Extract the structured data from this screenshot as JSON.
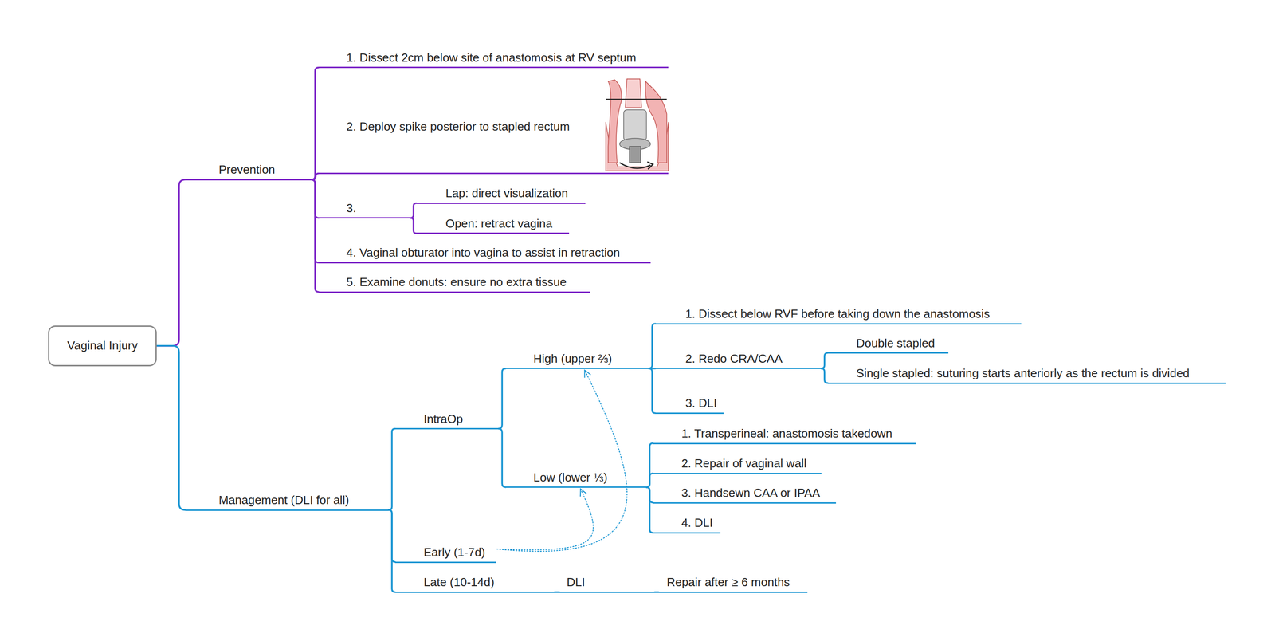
{
  "diagram": {
    "nodes": [
      {
        "text": [
          "Vaginal Injury"
        ]
      },
      {
        "text": [
          "Prevention"
        ]
      },
      {
        "text": [
          "1. Dissect 2cm below site of anastomosis at RV septum"
        ]
      },
      {
        "text": [
          "2. Deploy spike posterior to stapled rectum"
        ]
      },
      {
        "text": [
          "3."
        ]
      },
      {
        "text": [
          "Lap: direct visualization"
        ]
      },
      {
        "text": [
          "Open: retract vagina"
        ]
      },
      {
        "text": [
          "4. Vaginal obturator into vagina to assist in retraction"
        ]
      },
      {
        "text": [
          "5. Examine donuts: ensure no extra tissue"
        ]
      },
      {
        "text": [
          "Management (DLI for all)"
        ]
      },
      {
        "text": [
          "IntraOp"
        ]
      },
      {
        "text": [
          "High (upper ⅔)"
        ]
      },
      {
        "text": [
          "1. Dissect below RVF before taking down the anastomosis"
        ]
      },
      {
        "text": [
          "2. Redo CRA/CAA"
        ]
      },
      {
        "text": [
          "Double stapled"
        ]
      },
      {
        "text": [
          "Single stapled: suturing starts anteriorly as the rectum is divided"
        ]
      },
      {
        "text": [
          "3. DLI"
        ]
      },
      {
        "text": [
          "Low (lower ⅓)"
        ]
      },
      {
        "text": [
          "1. Transperineal: anastomosis takedown"
        ]
      },
      {
        "text": [
          "2. Repair of vaginal wall"
        ]
      },
      {
        "text": [
          "3. Handsewn CAA or IPAA"
        ]
      },
      {
        "text": [
          "4. DLI"
        ]
      },
      {
        "text": [
          "Early (1-7d)"
        ]
      },
      {
        "text": [
          "Late (10-14d)"
        ]
      },
      {
        "text": [
          "DLI"
        ]
      },
      {
        "text": [
          "Repair after ≥ 6 months"
        ]
      }
    ],
    "edges": [
      {
        "from": 0,
        "to": 1,
        "arrow": "none"
      },
      {
        "from": 1,
        "to": 2,
        "arrow": "none"
      },
      {
        "from": 1,
        "to": 3,
        "arrow": "none"
      },
      {
        "from": 1,
        "to": 4,
        "arrow": "none"
      },
      {
        "from": 4,
        "to": 5,
        "arrow": "none"
      },
      {
        "from": 4,
        "to": 6,
        "arrow": "none"
      },
      {
        "from": 1,
        "to": 7,
        "arrow": "none"
      },
      {
        "from": 1,
        "to": 8,
        "arrow": "none"
      },
      {
        "from": 0,
        "to": 9,
        "arrow": "none"
      },
      {
        "from": 9,
        "to": 10,
        "arrow": "none"
      },
      {
        "from": 9,
        "to": 22,
        "arrow": "none"
      },
      {
        "from": 9,
        "to": 23,
        "arrow": "none"
      },
      {
        "from": 10,
        "to": 11,
        "arrow": "none"
      },
      {
        "from": 10,
        "to": 17,
        "arrow": "none"
      },
      {
        "from": 11,
        "to": 12,
        "arrow": "none"
      },
      {
        "from": 11,
        "to": 13,
        "arrow": "none"
      },
      {
        "from": 11,
        "to": 16,
        "arrow": "none"
      },
      {
        "from": 13,
        "to": 14,
        "arrow": "none"
      },
      {
        "from": 13,
        "to": 15,
        "arrow": "none"
      },
      {
        "from": 17,
        "to": 18,
        "arrow": "none"
      },
      {
        "from": 17,
        "to": 19,
        "arrow": "none"
      },
      {
        "from": 17,
        "to": 20,
        "arrow": "none"
      },
      {
        "from": 17,
        "to": 21,
        "arrow": "none"
      },
      {
        "from": 23,
        "to": 24,
        "arrow": "none"
      },
      {
        "from": 24,
        "to": 25,
        "arrow": "none"
      },
      {
        "from": 22,
        "to": 17,
        "arrow": "to"
      },
      {
        "from": 22,
        "to": 11,
        "arrow": "to"
      }
    ]
  }
}
